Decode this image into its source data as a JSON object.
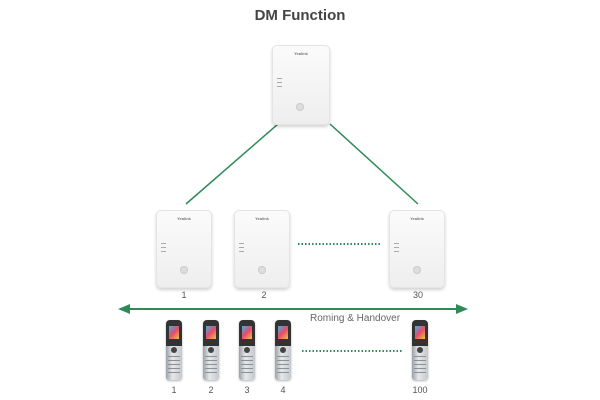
{
  "title": "DM Function",
  "manager": {
    "brand": "Yealink"
  },
  "base_stations": [
    {
      "label": "1",
      "brand": "Yealink"
    },
    {
      "label": "2",
      "brand": "Yealink"
    },
    {
      "label": "30",
      "brand": "Yealink"
    }
  ],
  "roaming_caption": "Roming & Handover",
  "handsets": [
    {
      "label": "1"
    },
    {
      "label": "2"
    },
    {
      "label": "3"
    },
    {
      "label": "4"
    },
    {
      "label": "100"
    }
  ],
  "colors": {
    "connector": "#2e8b57"
  }
}
